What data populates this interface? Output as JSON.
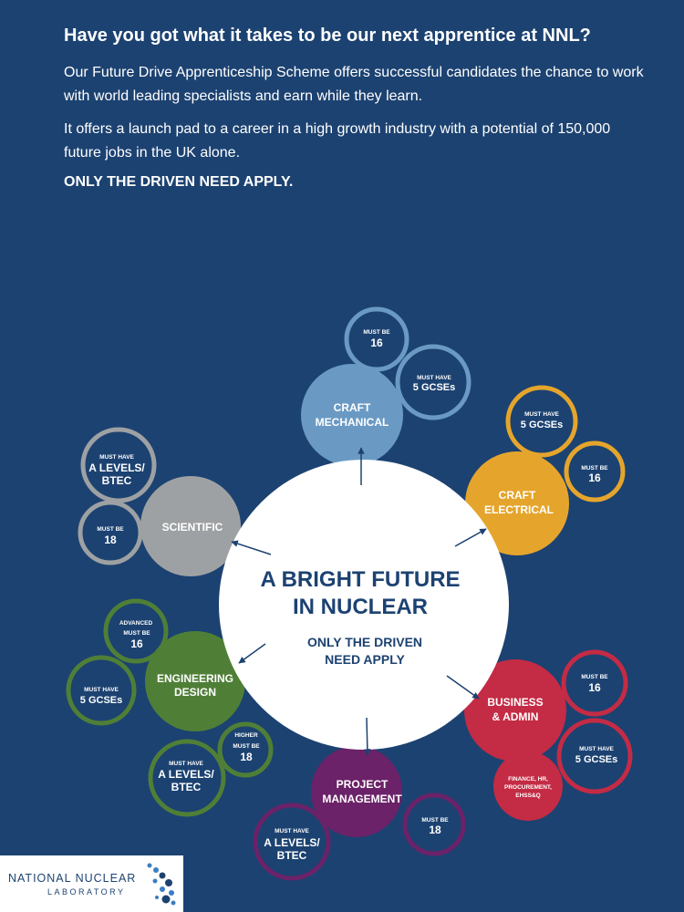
{
  "intro": {
    "headline": "Have you got what it takes to be our next apprentice at NNL?",
    "paragraph1": "Our Future Drive Apprenticeship Scheme offers successful candidates the chance to work with world leading specialists and earn while they learn.",
    "paragraph2": "It offers a launch pad to a career in a high growth industry with a potential of 150,000 future jobs in the UK alone.",
    "tagline": "ONLY THE DRIVEN NEED APPLY."
  },
  "centre": {
    "title_line1": "A BRIGHT FUTURE",
    "title_line2": "IN NUCLEAR",
    "sub_line1": "ONLY THE DRIVEN",
    "sub_line2": "NEED APPLY"
  },
  "colors": {
    "background": "#1c4271",
    "mechanical": "#6a9ac4",
    "electrical": "#e5a52c",
    "business": "#c42b44",
    "project": "#6b2268",
    "engineering": "#4f7f37",
    "scientific": "#9ea1a3"
  },
  "careers": {
    "mechanical": {
      "line1": "CRAFT",
      "line2": "MECHANICAL",
      "req1_small": "MUST BE",
      "req1_big": "16",
      "req2_small": "MUST HAVE",
      "req2_big": "5 GCSEs"
    },
    "electrical": {
      "line1": "CRAFT",
      "line2": "ELECTRICAL",
      "req1_small": "MUST HAVE",
      "req1_big": "5 GCSEs",
      "req2_small": "MUST BE",
      "req2_big": "16"
    },
    "business": {
      "line1": "BUSINESS",
      "line2": "& ADMIN",
      "req1_small": "MUST BE",
      "req1_big": "16",
      "req2_small": "MUST HAVE",
      "req2_big": "5 GCSEs",
      "note_line1": "FINANCE, HR,",
      "note_line2": "PROCUREMENT,",
      "note_line3": "EHSS&Q"
    },
    "project": {
      "line1": "PROJECT",
      "line2": "MANAGEMENT",
      "req1_small": "MUST BE",
      "req1_big": "18",
      "req2_small": "MUST HAVE",
      "req2_big1": "A LEVELS/",
      "req2_big2": "BTEC"
    },
    "engineering": {
      "line1": "ENGINEERING",
      "line2": "DESIGN",
      "req1_label": "ADVANCED",
      "req1_small": "MUST BE",
      "req1_big": "16",
      "req2_small": "MUST HAVE",
      "req2_big": "5 GCSEs",
      "req3_label": "HIGHER",
      "req3_small": "MUST BE",
      "req3_big": "18",
      "req4_small": "MUST HAVE",
      "req4_big1": "A LEVELS/",
      "req4_big2": "BTEC"
    },
    "scientific": {
      "line1": "SCIENTIFIC",
      "req1_small": "MUST HAVE",
      "req1_big1": "A LEVELS/",
      "req1_big2": "BTEC",
      "req2_small": "MUST BE",
      "req2_big": "18"
    }
  },
  "logo": {
    "line1": "NATIONAL NUCLEAR",
    "line2": "LABORATORY"
  }
}
